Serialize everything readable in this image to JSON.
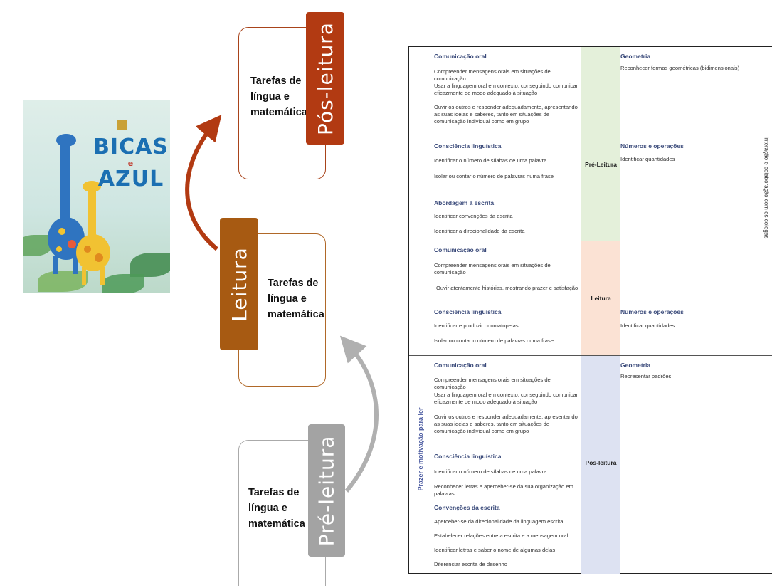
{
  "book": {
    "title_line1": "BICAS",
    "title_line2": "e",
    "title_line3": "AZUL"
  },
  "cycle": {
    "pos_leitura": {
      "tab": "Pós-leitura",
      "lines": [
        "Tarefas de",
        "língua e",
        "matemática"
      ],
      "color": "#b23a12"
    },
    "leitura": {
      "tab": "Leitura",
      "lines": [
        "Tarefas de",
        "língua e",
        "matemática"
      ],
      "color": "#a75a12"
    },
    "pre_leitura": {
      "tab": "Pré-leitura",
      "lines": [
        "Tarefas de",
        "língua e",
        "matemática"
      ],
      "color": "#a3a3a3"
    }
  },
  "curriculum": {
    "side_label": "Prazer e motivação para ler",
    "right_label": "Interação e colaboração com os colegas",
    "phases": [
      {
        "label": "Pré-Leitura",
        "color": "#e4f0da"
      },
      {
        "label": "Leitura",
        "color": "#fbe2d4"
      },
      {
        "label": "Pós-leitura",
        "color": "#dde2f2"
      }
    ],
    "pre_leitura": {
      "language": [
        {
          "heading": "Comunicação oral",
          "items": [
            "Compreender mensagens orais em situações de comunicação",
            "Usar a linguagem oral em contexto, conseguindo comunicar eficazmente de modo adequado à situação",
            "Ouvir os outros e responder adequadamente, apresentando as suas ideias e saberes, tanto em situações de comunicação individual como em grupo"
          ]
        },
        {
          "heading": "Consciência linguística",
          "items": [
            "Identificar o número de sílabas de uma palavra",
            "Isolar ou contar o número de palavras numa frase"
          ]
        },
        {
          "heading": "Abordagem à escrita",
          "items": [
            "Identificar convenções da escrita",
            "Identificar a direcionalidade da escrita"
          ]
        }
      ],
      "math": [
        {
          "heading": "Geometria",
          "items": [
            "Reconhecer formas geométricas (bidimensionais)"
          ]
        },
        {
          "heading": "Números e operações",
          "items": [
            "Identificar quantidades"
          ]
        }
      ]
    },
    "leitura": {
      "language": [
        {
          "heading": "Comunicação oral",
          "items": [
            "Compreender mensagens orais em situações de comunicação",
            "Ouvir atentamente histórias, mostrando prazer e satisfação"
          ]
        },
        {
          "heading": "Consciência linguística",
          "items": [
            "Identificar e produzir onomatopeias",
            "Isolar ou contar o número de palavras numa frase"
          ]
        }
      ],
      "math": [
        {
          "heading": "Números e operações",
          "items": [
            "Identificar quantidades"
          ]
        }
      ]
    },
    "pos_leitura": {
      "language": [
        {
          "heading": "Comunicação oral",
          "items": [
            "Compreender mensagens orais em situações de comunicação",
            "Usar a linguagem oral em contexto, conseguindo comunicar eficazmente de modo adequado à situação",
            "Ouvir os outros e responder adequadamente, apresentando as suas ideias e saberes, tanto em situações de comunicação individual como em grupo"
          ]
        },
        {
          "heading": "Consciência linguística",
          "items": [
            "Identificar o número de sílabas de uma palavra",
            "Reconhecer letras e aperceber-se da sua organização em palavras"
          ]
        },
        {
          "heading": "Convenções da escrita",
          "items": [
            "Aperceber-se da direcionalidade da linguagem escrita",
            "Estabelecer relações entre a escrita e a mensagem oral",
            "Identificar letras e saber o nome de algumas delas",
            "Diferenciar escrita de desenho"
          ]
        }
      ],
      "math": [
        {
          "heading": "Geometria",
          "items": [
            "Representar padrões"
          ]
        }
      ]
    }
  }
}
